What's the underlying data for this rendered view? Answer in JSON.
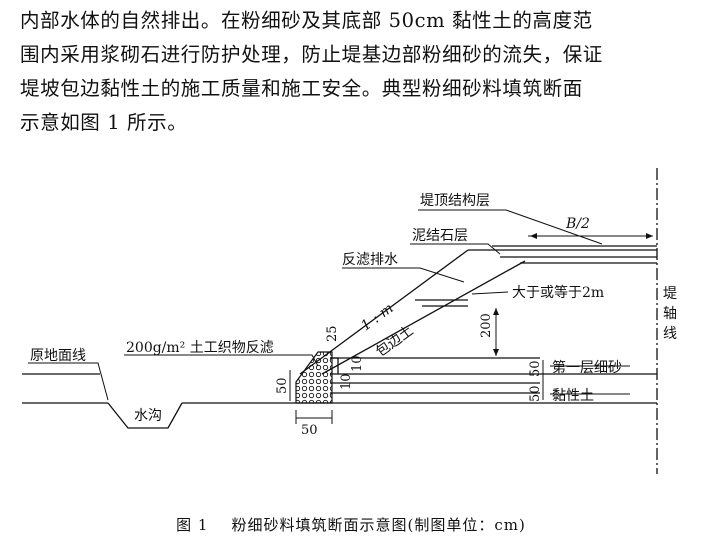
{
  "paragraph": {
    "lines": [
      "内部水体的自然排出。在粉细砂及其底部 50cm 黏性土的高度范",
      "围内采用浆砌石进行防护处理，防止堤基边部粉细砂的流失，保证",
      "堤坡包边黏性土的施工质量和施工安全。典型粉细砂料填筑断面",
      "示意如图 1 所示。"
    ]
  },
  "figure": {
    "labels": {
      "crest_structure": "堤顶结构层",
      "gravel_layer": "泥结石层",
      "filter_drain": "反滤排水",
      "ge2m": "大于或等于2m",
      "half_width": "B/2",
      "slope_ratio": "1 : m",
      "cover_clay": "包边土",
      "axis_1": "堤",
      "axis_2": "轴",
      "axis_3": "线",
      "original_ground": "原地面线",
      "geotextile": "200g/m² 土工织物反滤",
      "first_sand_layer": "第一层细砂",
      "clay": "黏性土",
      "ditch": "水沟"
    },
    "dims": {
      "d200": "200",
      "d25": "25",
      "d10a": "10",
      "d10b": "10",
      "d50_left": "50",
      "d50_bottom": "50",
      "d50_sand": "50",
      "d50_clay": "50"
    }
  },
  "caption": {
    "number": "图 1",
    "title": "粉细砂料填筑断面示意图(制图单位：cm)"
  }
}
